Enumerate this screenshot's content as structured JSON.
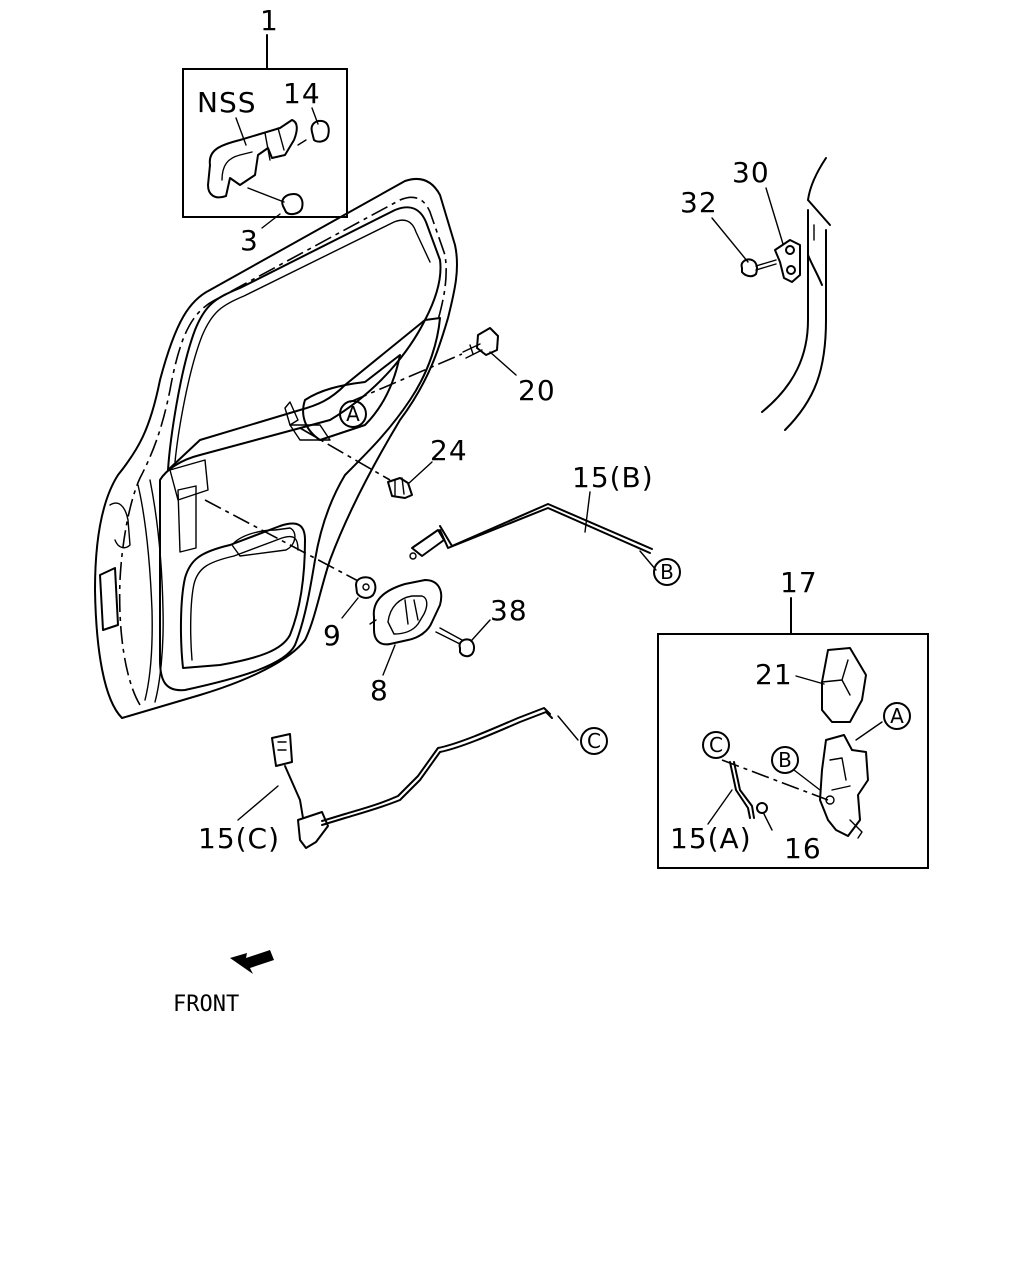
{
  "labels": {
    "p1": "1",
    "nss": "NSS",
    "p14": "14",
    "p3": "3",
    "p30": "30",
    "p32": "32",
    "p20": "20",
    "p24": "24",
    "p15b": "15(B)",
    "p9": "9",
    "p38": "38",
    "p8": "8",
    "p17": "17",
    "p21": "21",
    "p15c": "15(C)",
    "p15a": "15(A)",
    "p16": "16"
  },
  "markers": {
    "a1": "A",
    "b1": "B",
    "c1": "C",
    "a2": "A",
    "b2": "B",
    "c2": "C"
  },
  "front_label": "FRONT"
}
